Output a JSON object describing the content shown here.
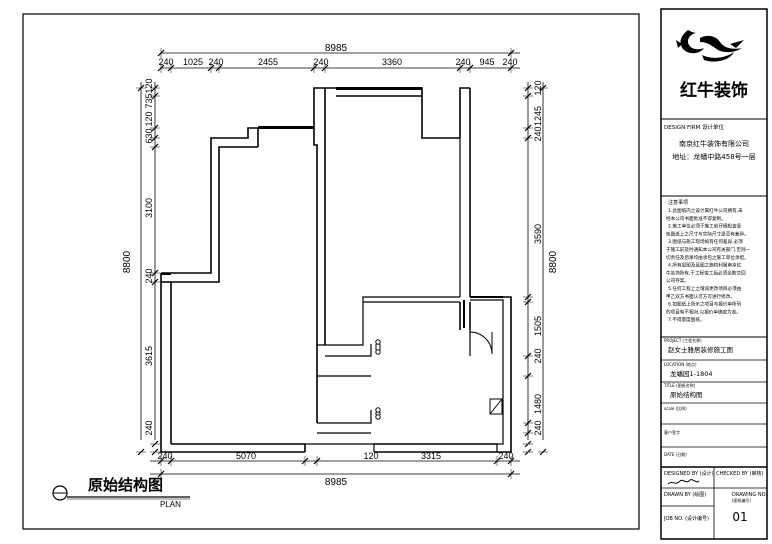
{
  "drawing": {
    "title": "原始结构图",
    "subtitle": "PLAN",
    "top_total": "8985",
    "bottom_total": "8985",
    "top_segments": [
      "240",
      "1025",
      "240",
      "2455",
      "240",
      "3360",
      "240",
      "945",
      "240"
    ],
    "bottom_segments": [
      "240",
      "5070",
      "120",
      "3315",
      "240"
    ],
    "left_total": "8800",
    "right_total": "8800",
    "left_segments": [
      "240",
      "3615",
      "240",
      "3100",
      "630",
      "120",
      "735",
      "120"
    ],
    "right_segments": [
      "240",
      "1480",
      "240",
      "1505",
      "3590",
      "240",
      "1245",
      "120"
    ]
  },
  "title_block": {
    "brand": "红牛装饰",
    "design_firm_label": "DESIGN FIRM 设计单位",
    "firm_name": "南京红牛装饰有限公司",
    "firm_address": "地址：龙蟠中路458号一层",
    "notes_title": "注意事项",
    "notes": [
      "1.此图纸内之设计属红牛公司拥有,未",
      "经本公司书面批准不得复制。",
      "2.施工单位必须于施工前仔细检查复",
      "核图纸上之尺寸与实际尺寸是否有差异。",
      "3.图纸与施工现场如有任何差异,必须",
      "于施工前及时通知本公司有关部门,否则一",
      "切责任及后果均由承包之施工单位承担。",
      "4.所有层图及蓝图之施权利属南京红",
      "牛装饰所有,于工程竣工后必须全数交回",
      "公司存案。",
      "5.任何工程上之增减更改项目必须由",
      "甲乙双方书面认可方可进行修改。",
      "6.如图纸上所示之项目与报价单所列",
      "的项目有不相对,以报价单确定为准。",
      "7.不得量度图纸。"
    ],
    "project_label": "PROJECT (工程名称)",
    "project": "赵女士雅居装修施工图",
    "location_label": "LOCATION (地点)",
    "location": "龙蟠园1-1804",
    "title_label": "TITLE (图纸名称)",
    "title": "原始结构图",
    "scale_label": "scale (比例)",
    "client_label": "客户签字",
    "date_label": "DATE (日期)",
    "designed_by_label": "DESIGNED BY (设计)",
    "checked_by_label": "CHECKED BY (审核)",
    "drawn_by_label": "DRAWN BY (绘图)",
    "drawing_no_label": "DRAWING NO.",
    "drawing_no_sub": "(图纸编号)",
    "job_no_label": "JOB NO. (设计编号)",
    "sheet_number": "01"
  }
}
